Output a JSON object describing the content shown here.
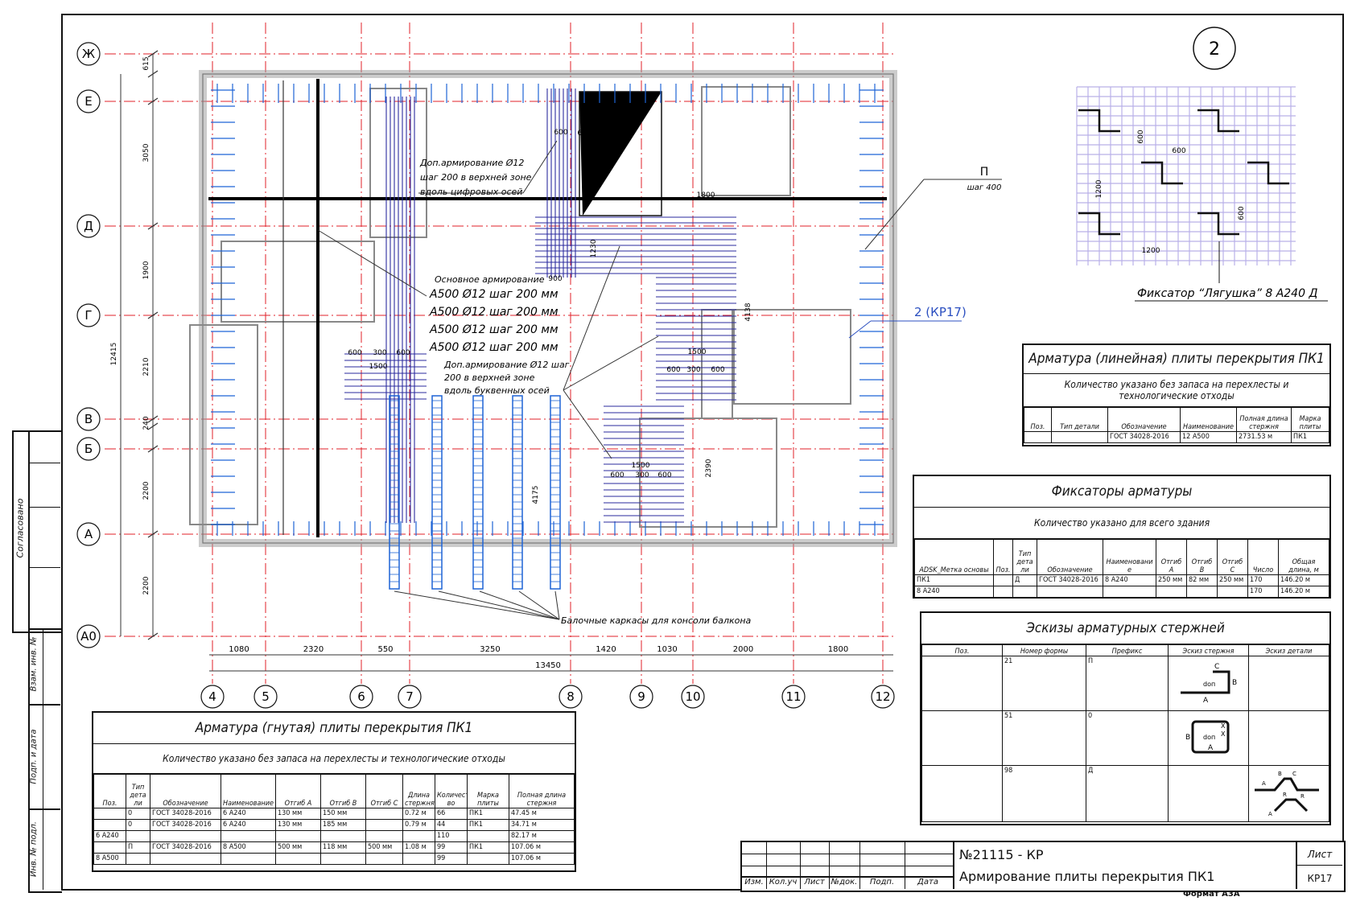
{
  "plan": {
    "axes_letters": [
      "Ж",
      "Е",
      "Д",
      "Г",
      "В",
      "Б",
      "А",
      "А0"
    ],
    "axes_numbers": [
      "4",
      "5",
      "6",
      "7",
      "8",
      "9",
      "10",
      "11",
      "12"
    ],
    "dims_left": [
      "615",
      "3050",
      "1900",
      "2210",
      "240",
      "2200",
      "2200",
      "12415"
    ],
    "dims_bottom": [
      "1080",
      "2320",
      "550",
      "3250",
      "1420",
      "1030",
      "2000",
      "1800"
    ],
    "dim_total": "13450",
    "dims_inner": [
      "600",
      "600",
      "900",
      "1230",
      "1800",
      "4138",
      "1500",
      "600",
      "300",
      "600",
      "600",
      "300",
      "600",
      "1500",
      "1500",
      "600",
      "300",
      "600",
      "2390",
      "4175"
    ],
    "note_top": [
      "Доп.армирование  Ø12",
      "шаг 200 в верхней зоне",
      "вдоль цифровых осей"
    ],
    "note_main_title": "Основное армирование",
    "note_main_lines": [
      "A500 Ø12 шаг 200 мм",
      "A500 Ø12 шаг 200 мм",
      "A500 Ø12 шаг 200 мм",
      "A500 Ø12 шаг 200 мм"
    ],
    "note_letter": [
      "Доп.армирование  Ø12 шаг",
      "200 в верхней зоне",
      "вдоль буквенных осей"
    ],
    "note_balcony": "Балочные каркасы для консоли балкона",
    "p_label": "П",
    "p_step": "шаг 400",
    "ref_link": "2 (КР17)"
  },
  "detail": {
    "number": "2",
    "dims": [
      "600",
      "600",
      "1200",
      "600",
      "1200"
    ],
    "caption": "Фиксатор “Лягушка” 8 A240  Д"
  },
  "colors": {
    "axis": "#e0202a",
    "rebar_blue": "#1e64d6",
    "rebar_navy": "#2a2a9e",
    "grid": "#b9b0e8",
    "wall": "#9a9a9a"
  },
  "linear_table": {
    "title": "Арматура (линейная) плиты перекрытия ПК1",
    "subtitle": "Количество указано без запаса на перехлесты и технологические отходы",
    "headers": [
      "Поз.",
      "Тип детали",
      "Обозначение",
      "Наименование",
      "Полная длина стержня",
      "Марка плиты"
    ],
    "rows": [
      [
        "",
        "",
        "ГОСТ 34028-2016",
        "12 A500",
        "2731.53 м",
        "ПК1"
      ]
    ]
  },
  "fix_table": {
    "title": "Фиксаторы арматуры",
    "subtitle": "Количество указано для всего здания",
    "headers": [
      "ADSK_Метка основы",
      "Поз.",
      "Тип дета ли",
      "Обозначение",
      "Наименовани е",
      "Отгиб A",
      "Отгиб B",
      "Отгиб C",
      "Число",
      "Общая длина, м"
    ],
    "rows": [
      [
        "ПК1",
        "",
        "Д",
        "ГОСТ 34028-2016",
        "8 A240",
        "250 мм",
        "82 мм",
        "250 мм",
        "170",
        "146.20 м"
      ],
      [
        "8 A240",
        "",
        "",
        "",
        "",
        "",
        "",
        "",
        "170",
        "146.20 м"
      ]
    ]
  },
  "sketch_table": {
    "title": "Эскизы арматурных стержней",
    "headers": [
      "Поз.",
      "Номер формы",
      "Префикс",
      "Эскиз стержня",
      "Эскиз детали"
    ],
    "rows": [
      [
        "",
        "21",
        "П",
        "",
        ""
      ],
      [
        "",
        "51",
        "0",
        "",
        ""
      ],
      [
        "",
        "98",
        "Д",
        "",
        ""
      ]
    ],
    "sketch_labels": {
      "s21": [
        "C",
        "B",
        "A",
        "dоп"
      ],
      "s51": [
        "B",
        "A",
        "dоп",
        "X",
        "X"
      ],
      "s98": [
        "A",
        "B",
        "C",
        "R",
        "R",
        "A"
      ]
    }
  },
  "bent_table": {
    "title": "Арматура (гнутая) плиты перекрытия ПК1",
    "subtitle": "Количество указано без запаса на перехлесты и технологические отходы",
    "headers": [
      "Поз.",
      "Тип дета ли",
      "Обозначение",
      "Наименование",
      "Отгиб A",
      "Отгиб B",
      "Отгиб C",
      "Длина стержня",
      "Количест во",
      "Марка плиты",
      "Полная длина стержня"
    ],
    "rows": [
      [
        "",
        "0",
        "ГОСТ 34028-2016",
        "6 A240",
        "130 мм",
        "150 мм",
        "",
        "0.72 м",
        "66",
        "ПК1",
        "47.45 м"
      ],
      [
        "",
        "0",
        "ГОСТ 34028-2016",
        "6 A240",
        "130 мм",
        "185 мм",
        "",
        "0.79 м",
        "44",
        "ПК1",
        "34.71 м"
      ],
      [
        "6 A240",
        "",
        "",
        "",
        "",
        "",
        "",
        "",
        "110",
        "",
        "82.17 м"
      ],
      [
        "",
        "П",
        "ГОСТ 34028-2016",
        "8 A500",
        "500 мм",
        "118 мм",
        "500 мм",
        "1.08 м",
        "99",
        "ПК1",
        "107.06 м"
      ],
      [
        "8 A500",
        "",
        "",
        "",
        "",
        "",
        "",
        "",
        "99",
        "",
        "107.06 м"
      ]
    ]
  },
  "stamp": {
    "code": "№21115 - КР",
    "name": "Армирование плиты перекрытия ПК1",
    "sheet_label": "Лист",
    "sheet_value": "КР17",
    "cols": [
      "Изм.",
      "Кол.уч",
      "Лист",
      "№док.",
      "Подп.",
      "Дата"
    ],
    "format": "Формат А3А"
  },
  "side": {
    "agreed": "Согласовано",
    "inv_vzam": "Взам. инв. №",
    "sign_date": "Подп. и дата",
    "inv_orig": "Инв. № подл."
  }
}
